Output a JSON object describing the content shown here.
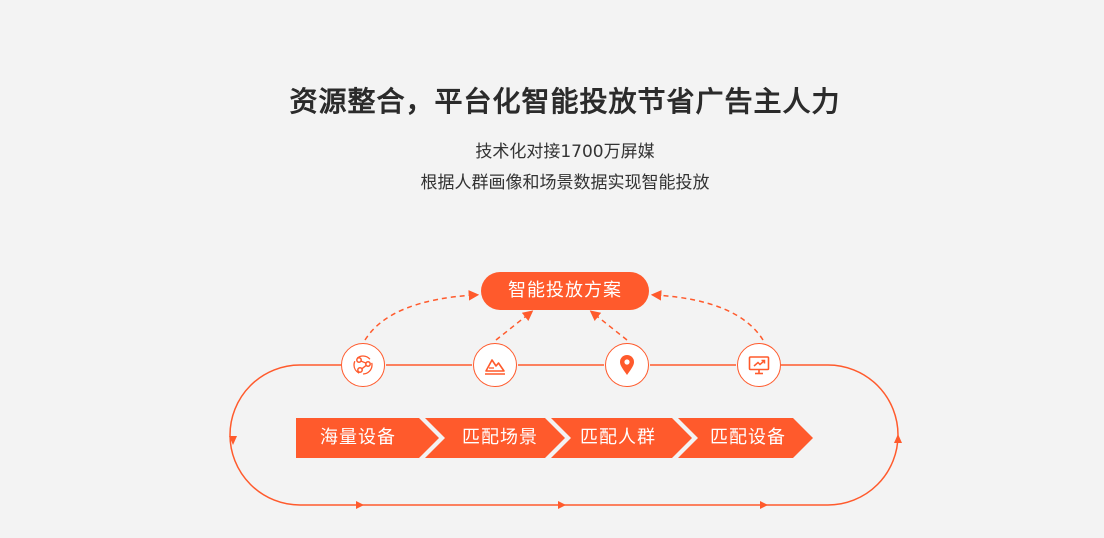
{
  "header": {
    "title": "资源整合，平台化智能投放节省广告主人力",
    "subtitle_lines": [
      "技术化对接1700万屏媒",
      "根据人群画像和场景数据实现智能投放"
    ]
  },
  "diagram": {
    "center_label": "智能投放方案",
    "nodes": [
      {
        "id": "share",
        "icon": "share-network-icon"
      },
      {
        "id": "scene",
        "icon": "mountain-scene-icon"
      },
      {
        "id": "location",
        "icon": "location-pin-icon"
      },
      {
        "id": "screen",
        "icon": "monitor-chart-icon"
      }
    ],
    "steps": [
      {
        "label": "海量设备"
      },
      {
        "label": "匹配场景"
      },
      {
        "label": "匹配人群"
      },
      {
        "label": "匹配设备"
      }
    ]
  },
  "colors": {
    "accent": "#ff5a2c",
    "background": "#f3f3f3",
    "title_text": "#2b2b2b",
    "body_text": "#333333"
  }
}
